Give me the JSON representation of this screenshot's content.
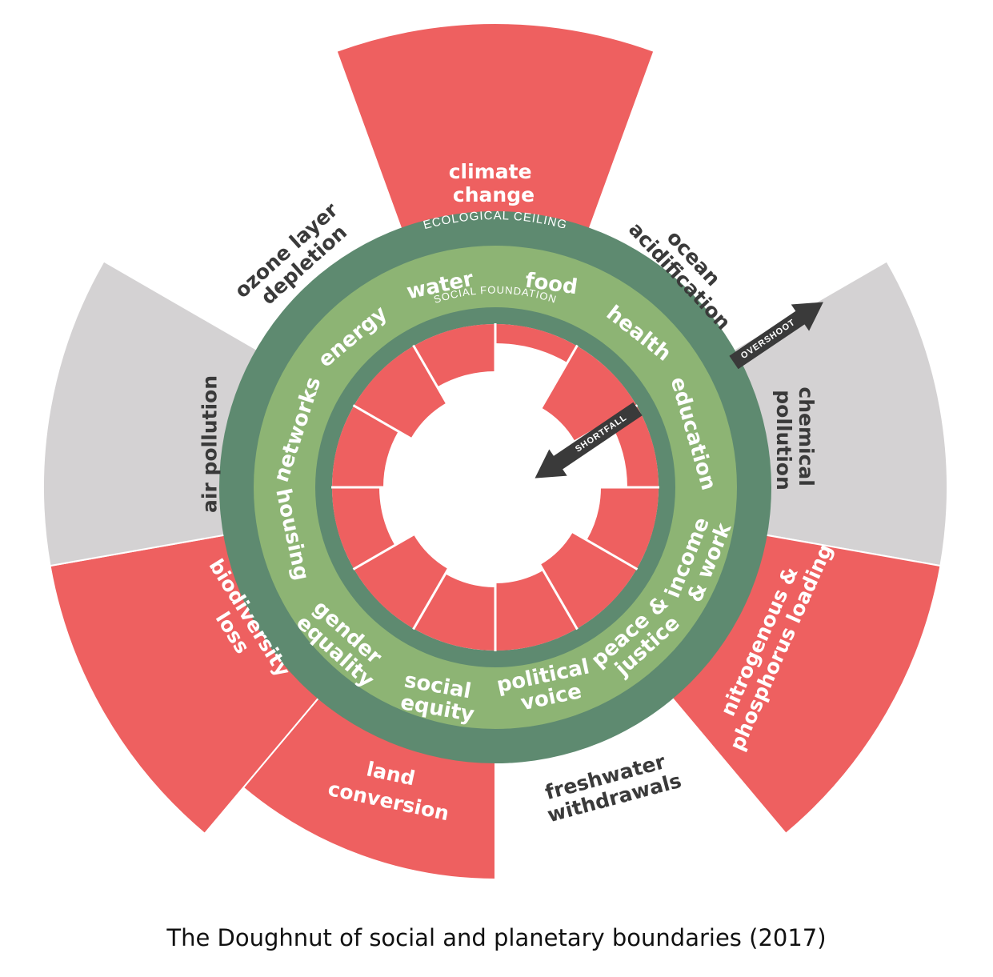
{
  "caption": "The Doughnut of social and planetary boundaries (2017)",
  "colors": {
    "overshoot_red": "#ee6060",
    "unquantified_grey": "#d4d2d3",
    "ceiling_dark_green": "#5e8a70",
    "foundation_green": "#8db474",
    "text_dark": "#3a3a3a"
  },
  "ring_labels": {
    "ecological_ceiling": "ECOLOGICAL CEILING",
    "social_foundation": "SOCIAL FOUNDATION"
  },
  "arrows": {
    "overshoot": "OVERSHOOT",
    "shortfall": "SHORTFALL"
  },
  "planetary_boundaries": [
    {
      "key": "climate_change",
      "lines": [
        "climate",
        "change"
      ],
      "status": "overshoot"
    },
    {
      "key": "ocean_acidification",
      "lines": [
        "ocean",
        "acidification"
      ],
      "status": "within"
    },
    {
      "key": "chemical_pollution",
      "lines": [
        "chemical",
        "pollution"
      ],
      "status": "not quantified"
    },
    {
      "key": "nitrogen_phosphorus",
      "lines": [
        "nitrogenous &",
        "phosphorus loading"
      ],
      "status": "overshoot"
    },
    {
      "key": "freshwater_withdrawals",
      "lines": [
        "freshwater",
        "withdrawals"
      ],
      "status": "within"
    },
    {
      "key": "land_conversion",
      "lines": [
        "land",
        "conversion"
      ],
      "status": "overshoot"
    },
    {
      "key": "biodiversity_loss",
      "lines": [
        "biodiversity",
        "loss"
      ],
      "status": "overshoot"
    },
    {
      "key": "air_pollution",
      "lines": [
        "air pollution"
      ],
      "status": "not quantified"
    },
    {
      "key": "ozone_layer_depletion",
      "lines": [
        "ozone layer",
        "depletion"
      ],
      "status": "within"
    }
  ],
  "social_foundation": [
    {
      "key": "food",
      "lines": [
        "food"
      ]
    },
    {
      "key": "health",
      "lines": [
        "health"
      ]
    },
    {
      "key": "education",
      "lines": [
        "education"
      ]
    },
    {
      "key": "income_work",
      "lines": [
        "income",
        "& work"
      ]
    },
    {
      "key": "peace_justice",
      "lines": [
        "peace &",
        "justice"
      ]
    },
    {
      "key": "political_voice",
      "lines": [
        "political",
        "voice"
      ]
    },
    {
      "key": "social_equity",
      "lines": [
        "social",
        "equity"
      ]
    },
    {
      "key": "gender_equality",
      "lines": [
        "gender",
        "equality"
      ]
    },
    {
      "key": "housing",
      "lines": [
        "housing"
      ]
    },
    {
      "key": "networks",
      "lines": [
        "networks"
      ]
    },
    {
      "key": "energy",
      "lines": [
        "energy"
      ]
    },
    {
      "key": "water",
      "lines": [
        "water"
      ]
    }
  ]
}
